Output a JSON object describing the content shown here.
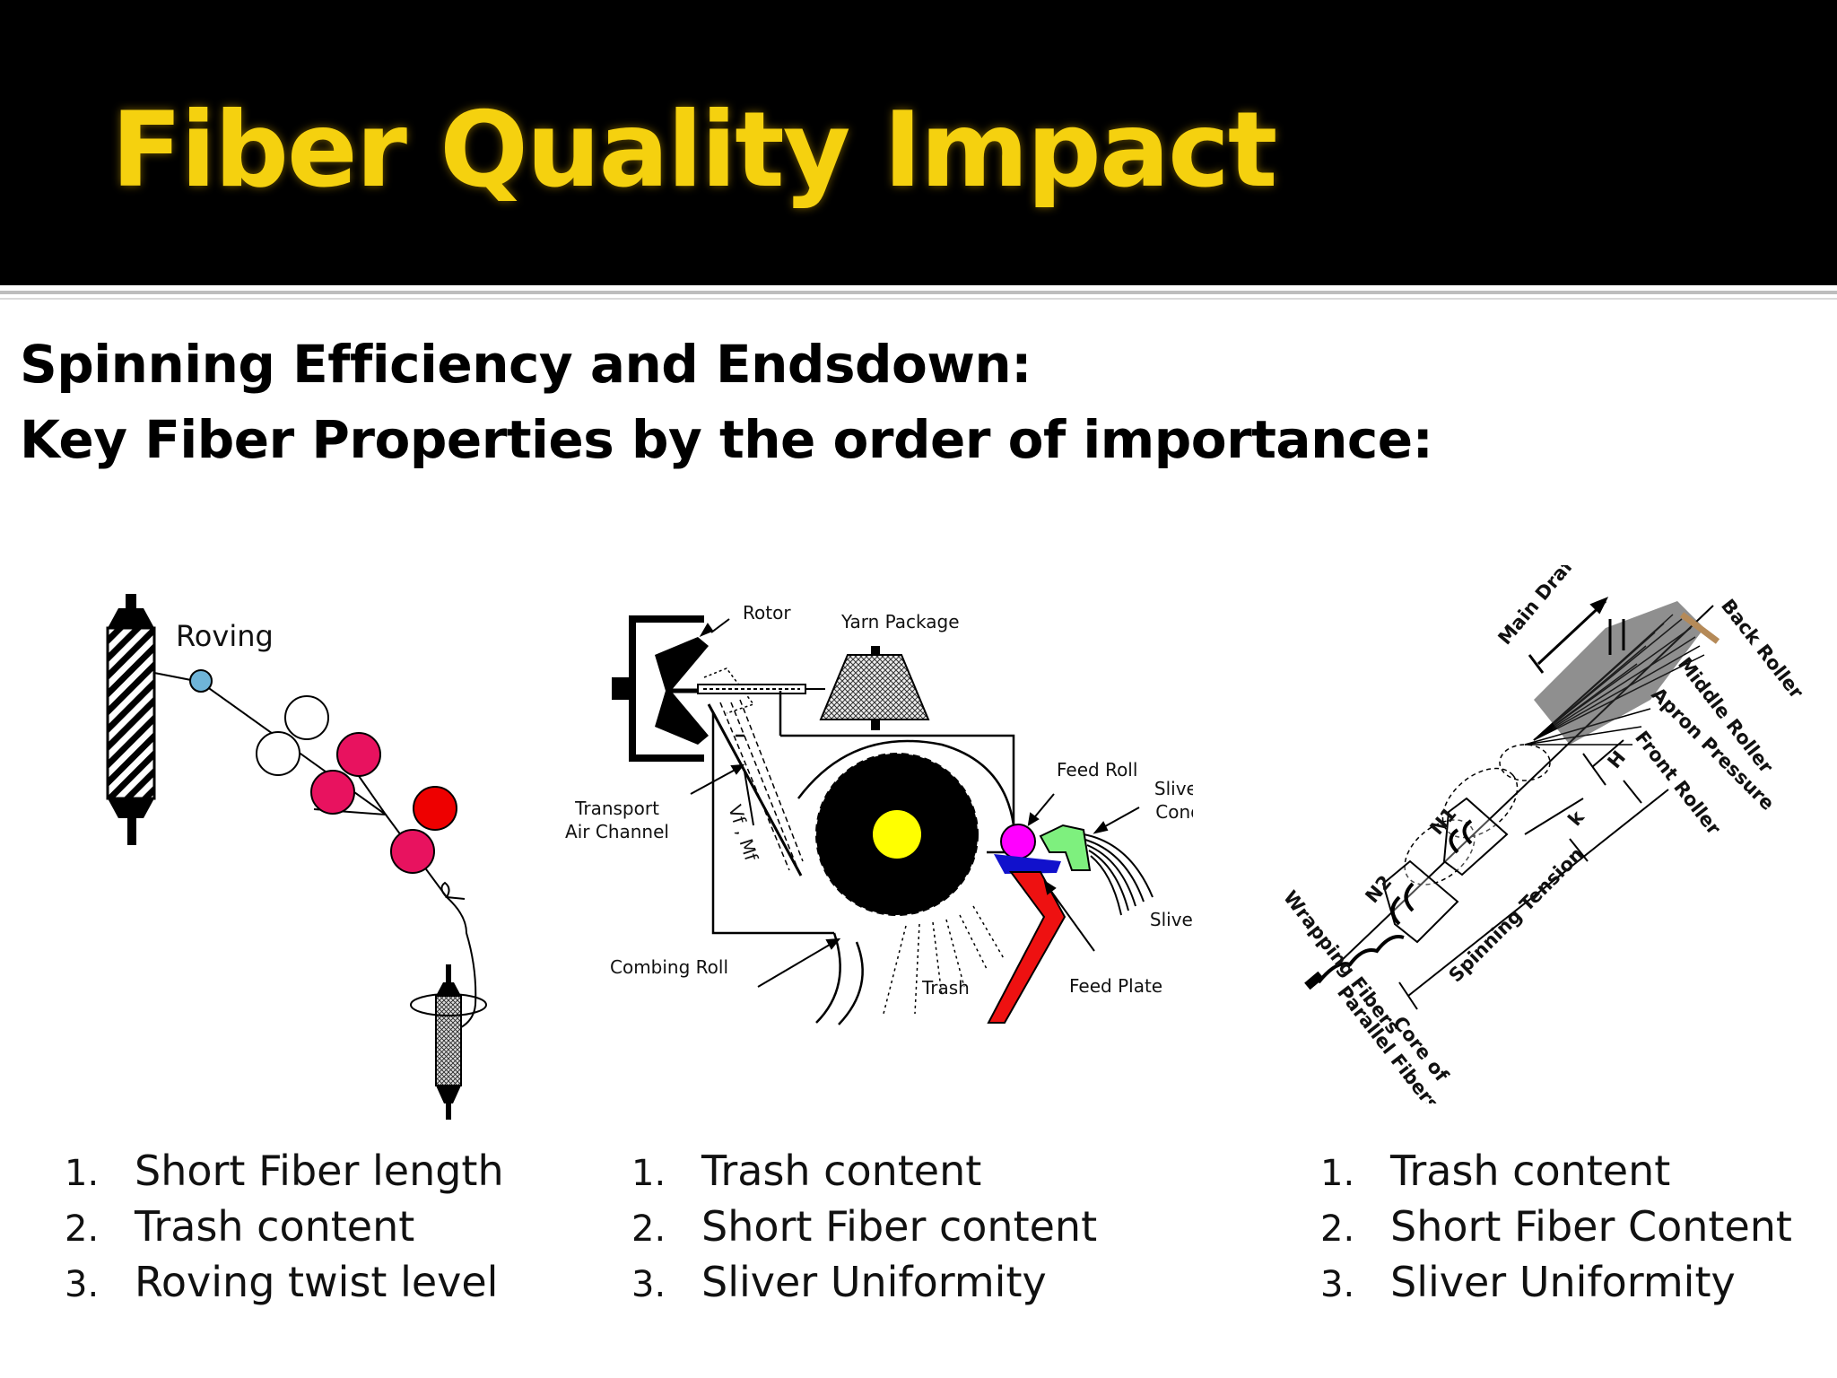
{
  "title": "Fiber Quality Impact",
  "subtitle": {
    "line1": "Spinning Efficiency and Endsdown:",
    "line2": "Key Fiber Properties by the order of importance:"
  },
  "ring_diagram": {
    "roving_label": "Roving"
  },
  "rotor_diagram": {
    "rotor": "Rotor",
    "yarn_package": "Yarn Package",
    "feed_roll": "Feed Roll",
    "sliver_condenser_1": "Sliver",
    "sliver_condenser_2": "Condenser",
    "transport_1": "Transport",
    "transport_2": "Air Channel",
    "vf_mf": "Vf , Mf",
    "sliver": "Sliver",
    "combing_roll": "Combing Roll",
    "trash": "Trash",
    "feed_plate": "Feed Plate"
  },
  "airjet_diagram": {
    "main_draft": "Main Draft",
    "back_roller": "Back Roller",
    "middle_roller": "Middle Roller",
    "apron_pressure": "Apron Pressure",
    "front_roller": "Front Roller",
    "h": "H",
    "k": "k",
    "n1": "N1",
    "n2": "N2",
    "wrapping_fibers": "Wrapping Fibers",
    "spinning_tension": "Spinning Tension",
    "core_of": "Core of",
    "parallel_fibers": "Parallel Fibers"
  },
  "lists": [
    {
      "items": [
        {
          "num": "1.",
          "text": "Short Fiber length"
        },
        {
          "num": "2.",
          "text": "Trash content"
        },
        {
          "num": "3.",
          "text": "Roving twist level"
        }
      ]
    },
    {
      "items": [
        {
          "num": "1.",
          "text": "Trash content"
        },
        {
          "num": "2.",
          "text": "Short Fiber content"
        },
        {
          "num": "3.",
          "text": "Sliver Uniformity"
        }
      ]
    },
    {
      "items": [
        {
          "num": "1.",
          "text": "Trash content"
        },
        {
          "num": "2.",
          "text": "Short Fiber Content"
        },
        {
          "num": "3.",
          "text": "Sliver Uniformity"
        }
      ]
    }
  ],
  "colors": {
    "title": "#f5d10f",
    "header_bg": "#000000",
    "roller_pink": "#e8125f",
    "roller_red": "#ee0000",
    "roving_dot": "#6fb4d8",
    "combing_center": "#ffff00",
    "feed_roll": "#ff00ff",
    "condenser": "#7ef07e",
    "feed_plate": "#ee1111",
    "plate_blue": "#1111cc"
  }
}
